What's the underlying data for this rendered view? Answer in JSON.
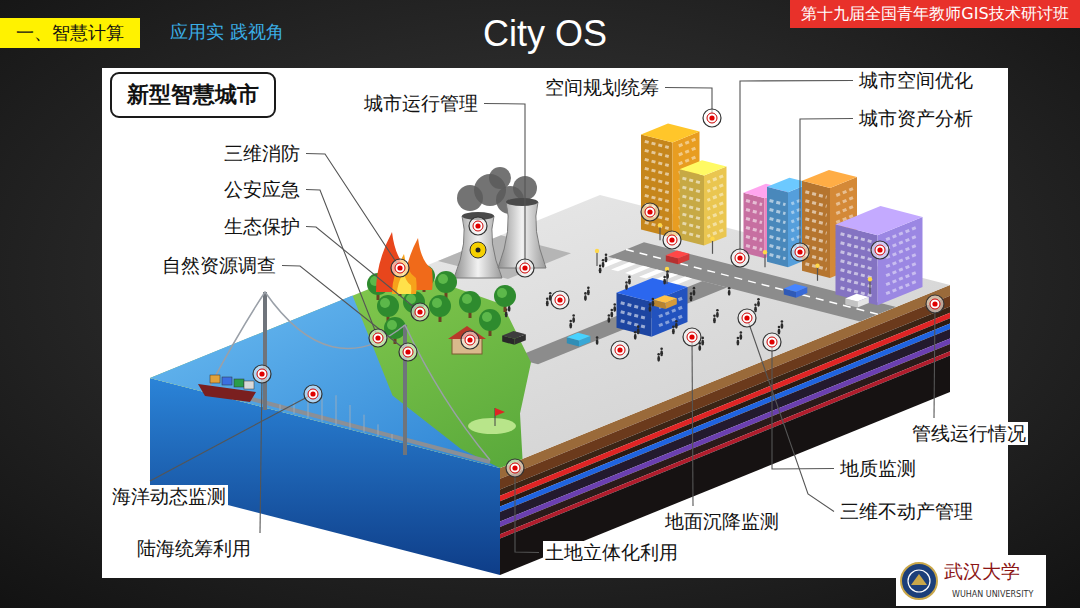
{
  "diagram": {
    "title": "City OS",
    "nodes": [
      {
        "text": [
          "一、智慧计算"
        ]
      },
      {
        "text": [
          "第十九届全国青年教师GIS技术研讨班"
        ]
      },
      {
        "text": [
          "新型智慧城市"
        ]
      }
    ],
    "labels": [
      "应用实 践视角",
      "城市运行管理",
      "空间规划统筹",
      "城市空间优化",
      "城市资产分析",
      "三维消防",
      "公安应急",
      "生态保护",
      "自然资源调查",
      "管线运行情况",
      "海洋动态监测",
      "地质监测",
      "三维不动产管理",
      "地面沉降监测",
      "陆海统筹利用",
      "土地立体化利用",
      "武汉大学",
      "WUHAN UNIVERSITY"
    ]
  }
}
